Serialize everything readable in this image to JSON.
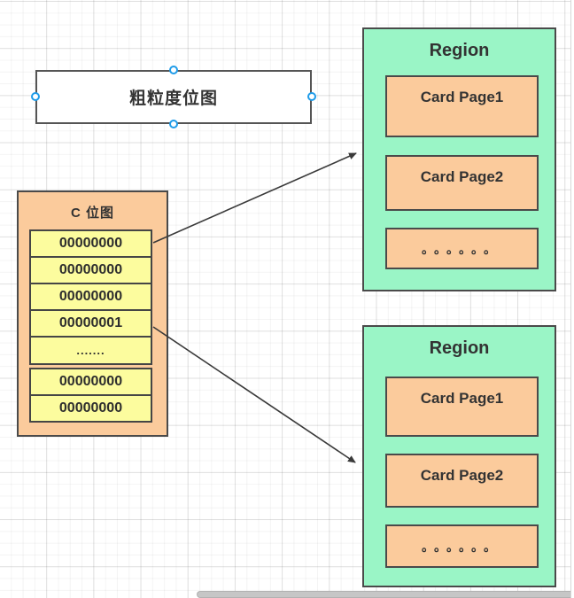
{
  "diagram": {
    "title_box": {
      "label": "粗粒度位图"
    },
    "bitmap": {
      "title": "C 位图",
      "rows": [
        "00000000",
        "00000000",
        "00000000",
        "00000001",
        ".......",
        "00000000",
        "00000000"
      ]
    },
    "region_top": {
      "title": "Region",
      "cards": [
        "Card Page1",
        "Card Page2"
      ],
      "dots": "。。。。。。"
    },
    "region_bottom": {
      "title": "Region",
      "cards": [
        "Card Page1",
        "Card Page2"
      ],
      "dots": "。。。。。。"
    }
  },
  "colors": {
    "region_green": "#9af5c6",
    "card_orange": "#fbcb9c",
    "row_yellow": "#fcfc9e",
    "shape_border": "#4a4a4a",
    "selection_handle_blue": "#1f9ce9",
    "arrow": "#3a3a3a"
  }
}
